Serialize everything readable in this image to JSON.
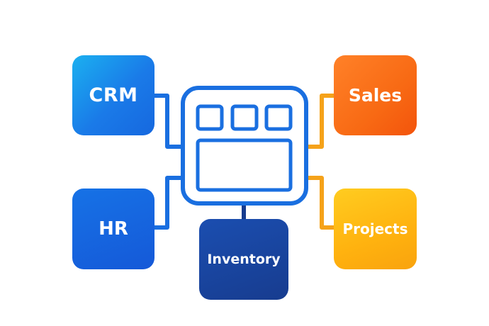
{
  "modules": {
    "crm": {
      "label": "CRM"
    },
    "hr": {
      "label": "HR"
    },
    "inventory": {
      "label": "Inventory"
    },
    "sales": {
      "label": "Sales"
    },
    "projects": {
      "label": "Projects"
    }
  },
  "hub": {
    "icon": "app-window-icon"
  },
  "colors": {
    "link_blue": "#1a6fe0",
    "link_orange": "#f5a21a",
    "hub_stroke": "#1a6fe0"
  }
}
